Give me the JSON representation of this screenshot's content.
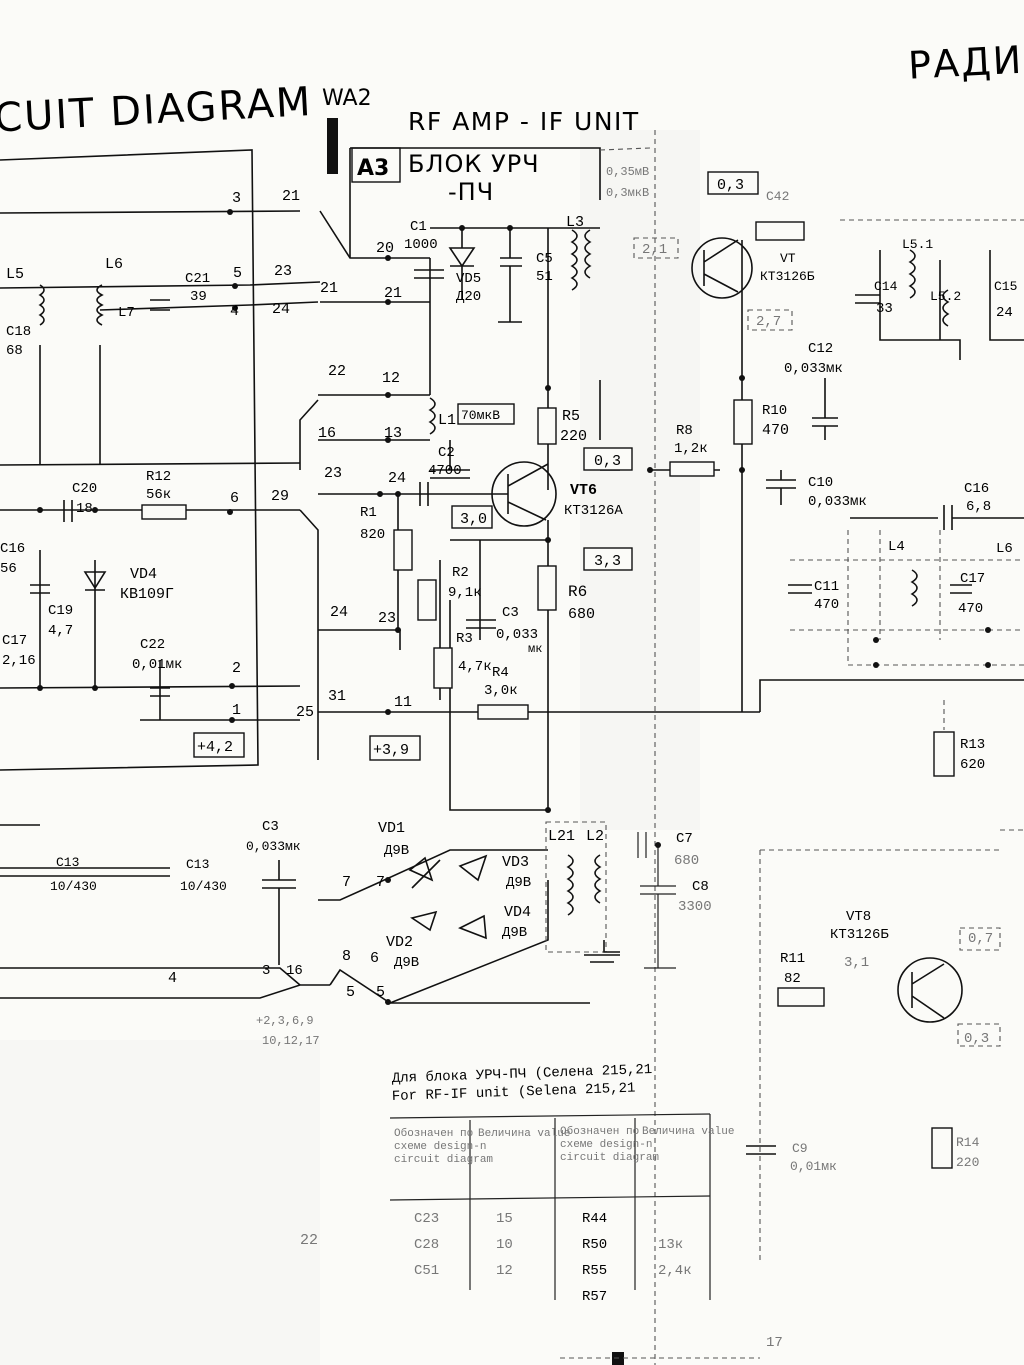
{
  "page_header": {
    "title_left": "CUIT DIAGRAM",
    "title_right": "РАДИО",
    "antenna": "WA2"
  },
  "unit": {
    "title_en": "RF AMP - IF UNIT",
    "block_id": "A3",
    "title_ru_1": "БЛОК УРЧ",
    "title_ru_2": "-ПЧ"
  },
  "components": {
    "L5": "L5",
    "L6": "L6",
    "L7": "L7",
    "C18": "C18",
    "C18v": "68",
    "C21": "C21",
    "C21v": "39",
    "C1": "C1",
    "C1v": "1000",
    "VD5": "VD5",
    "VD5v": "Д20",
    "C5": "C5",
    "C5v": "51",
    "L3": "L3",
    "C14": "C14",
    "C14v": "33",
    "C15": "C15",
    "C15v": "24",
    "L51": "L5.1",
    "L52": "L5.2",
    "VT7": "VT",
    "VT7v": "КТ3126Б",
    "C42": "C42",
    "C12": "C12",
    "C12v": "0,033мк",
    "R10": "R10",
    "R10v": "470",
    "L1": "L1",
    "L1v": "70мкВ",
    "C2": "C2",
    "C2v": "4700",
    "R5": "R5",
    "R5v": "220",
    "R8": "R8",
    "R8v": "1,2к",
    "C10": "C10",
    "C10v": "0,033мк",
    "C16b": "C16",
    "C16bv": "6,8",
    "R12": "R12",
    "R12v": "56к",
    "C20": "C20",
    "C20v": "18",
    "VT6": "VT6",
    "VT6v": "КТ3126А",
    "R1": "R1",
    "R1v": "820",
    "C16": "C16",
    "C16v": "56",
    "VD4": "VD4",
    "VD4v": "КВ109Г",
    "C19": "C19",
    "C19v": "4,7",
    "C17": "C17",
    "C17v": "2,16",
    "C22": "C22",
    "C22v": "0,01мк",
    "R2": "R2",
    "R2v": "9,1к",
    "C3": "C3",
    "C3v": "0,033",
    "C3u": "мк",
    "R6": "R6",
    "R6v": "680",
    "R3": "R3",
    "R3v": "4,7к",
    "R4": "R4",
    "R4v": "3,0к",
    "L4": "L4",
    "L6b": "L6",
    "C11": "C11",
    "C11v": "470",
    "C17b": "C17",
    "C17bv": "470",
    "R13": "R13",
    "R13v": "620",
    "C3b": "C3",
    "C3bv": "0,033мк",
    "C13": "C13",
    "C13v": "10/430",
    "C13b": "C13",
    "C13bv": "10/430",
    "VD1": "VD1",
    "VD1v": "Д9В",
    "VD3": "VD3",
    "VD3v": "Д9В",
    "VD4b": "VD4",
    "VD4bv": "Д9В",
    "VD2": "VD2",
    "VD2v": "Д9В",
    "L21": "L21",
    "L22": "L2",
    "C7": "C7",
    "C7v": "680",
    "C8": "C8",
    "C8v": "3300",
    "VT8": "VT8",
    "VT8v": "КТ3126Б",
    "R11": "R11",
    "R11v": "82",
    "C9": "C9",
    "C9v": "0,01мк",
    "R14": "R14",
    "R14v": "220"
  },
  "voltages": {
    "v03a": "0,3",
    "v21": "2,1",
    "v27": "2,7",
    "v03b": "0,3",
    "v30": "3,0",
    "v33": "3,3",
    "v42": "+4,2",
    "v39": "+3,9",
    "v07": "0,7",
    "v31": "3,1",
    "v03c": "0,3",
    "t1": "0,35мВ",
    "t2": "0,3мкВ"
  },
  "pins": {
    "p3": "3",
    "p21a": "21",
    "p5": "5",
    "p23": "23",
    "p4": "4",
    "p24": "24",
    "p21b": "21",
    "p20": "20",
    "p21c": "21",
    "p22": "22",
    "p12": "12",
    "p16": "16",
    "p13": "13",
    "p23b": "23",
    "p24b": "24",
    "p6": "6",
    "p29": "29",
    "p24c": "24",
    "p23c": "23",
    "p2": "2",
    "p1": "1",
    "p25": "25",
    "p31": "31",
    "p11": "11",
    "p7a": "7",
    "p7b": "7",
    "p8": "8",
    "p6b": "6",
    "p5b": "5",
    "p5c": "5",
    "p3b": "3",
    "p16b": "16",
    "p4b": "4",
    "p22b": "22",
    "p17": "17"
  },
  "bottom_left_text": {
    "line1": "+2,3,6,9",
    "line2": "10,12,17"
  },
  "parts_table": {
    "title_ru": "Для блока УРЧ-ПЧ (Селена 215,21",
    "title_en": "For RF-IF unit (Selena 215,21",
    "headers": [
      "Обозначен по схеме design-n circuit diagram",
      "Величина value",
      "Обозначен по схеме design-n circuit diagram",
      "Величина value"
    ],
    "rows": [
      [
        "C23",
        "15",
        "R44",
        ""
      ],
      [
        "C28",
        "10",
        "R50",
        "13к"
      ],
      [
        "C51",
        "12",
        "R55",
        "2,4к"
      ],
      [
        "",
        "",
        "R57",
        ""
      ]
    ]
  }
}
